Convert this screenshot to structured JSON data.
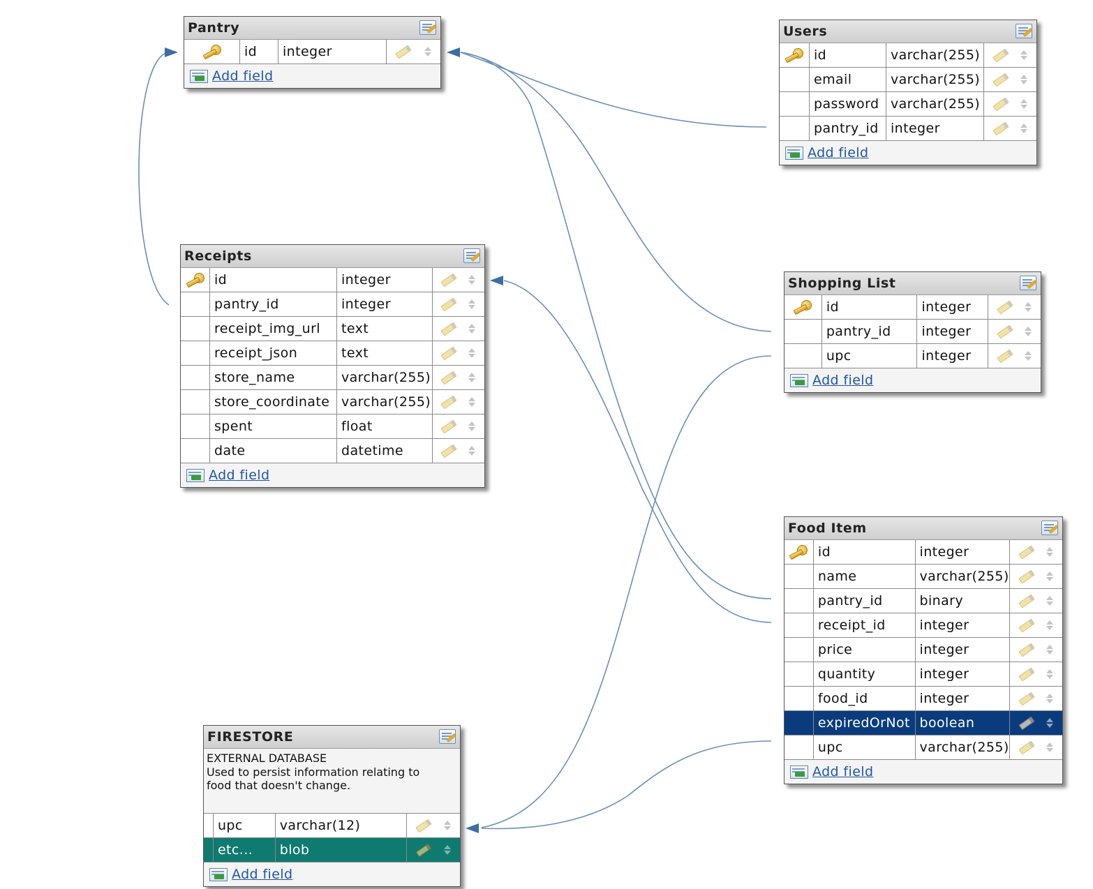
{
  "add_field_label": "Add field",
  "colors": {
    "connector": "#6b8fb8",
    "arrow": "#3a6ea5",
    "selected_blue": "#0a3c7d",
    "selected_teal": "#0f7a70",
    "link": "#1d56a8"
  },
  "tables": {
    "pantry": {
      "title": "Pantry",
      "fields": [
        {
          "name": "id",
          "type": "integer",
          "key": true
        }
      ]
    },
    "users": {
      "title": "Users",
      "fields": [
        {
          "name": "id",
          "type": "varchar(255)",
          "key": true
        },
        {
          "name": "email",
          "type": "varchar(255)"
        },
        {
          "name": "password",
          "type": "varchar(255)"
        },
        {
          "name": "pantry_id",
          "type": "integer"
        }
      ]
    },
    "receipts": {
      "title": "Receipts",
      "fields": [
        {
          "name": "id",
          "type": "integer",
          "key": true
        },
        {
          "name": "pantry_id",
          "type": "integer"
        },
        {
          "name": "receipt_img_url",
          "type": "text"
        },
        {
          "name": "receipt_json",
          "type": "text"
        },
        {
          "name": "store_name",
          "type": "varchar(255)"
        },
        {
          "name": "store_coordinate",
          "type": "varchar(255)"
        },
        {
          "name": "spent",
          "type": "float"
        },
        {
          "name": "date",
          "type": "datetime"
        }
      ]
    },
    "shopping_list": {
      "title": "Shopping List",
      "fields": [
        {
          "name": "id",
          "type": "integer",
          "key": true
        },
        {
          "name": "pantry_id",
          "type": "integer"
        },
        {
          "name": "upc",
          "type": "integer"
        }
      ]
    },
    "food_item": {
      "title": "Food Item",
      "fields": [
        {
          "name": "id",
          "type": "integer",
          "key": true
        },
        {
          "name": "name",
          "type": "varchar(255)"
        },
        {
          "name": "pantry_id",
          "type": "binary"
        },
        {
          "name": "receipt_id",
          "type": "integer"
        },
        {
          "name": "price",
          "type": "integer"
        },
        {
          "name": "quantity",
          "type": "integer"
        },
        {
          "name": "food_id",
          "type": "integer"
        },
        {
          "name": "expiredOrNot",
          "type": "boolean",
          "selected": "blue"
        },
        {
          "name": "upc",
          "type": "varchar(255)"
        }
      ]
    },
    "firestore": {
      "title": "FIRESTORE",
      "description": "EXTERNAL DATABASE\nUsed to persist information relating to\nfood that doesn't change.",
      "fields": [
        {
          "name": "upc",
          "type": "varchar(12)"
        },
        {
          "name": "etc...",
          "type": "blob",
          "selected": "teal"
        }
      ]
    }
  },
  "relations": [
    {
      "from": "receipts.pantry_id",
      "to": "pantry.id"
    },
    {
      "from": "users.pantry_id",
      "to": "pantry.id"
    },
    {
      "from": "shopping_list.pantry_id",
      "to": "pantry.id"
    },
    {
      "from": "food_item.pantry_id",
      "to": "pantry.id"
    },
    {
      "from": "food_item.receipt_id",
      "to": "receipts.id"
    },
    {
      "from": "shopping_list.upc",
      "to": "firestore.upc"
    },
    {
      "from": "food_item.upc",
      "to": "firestore.upc"
    }
  ]
}
